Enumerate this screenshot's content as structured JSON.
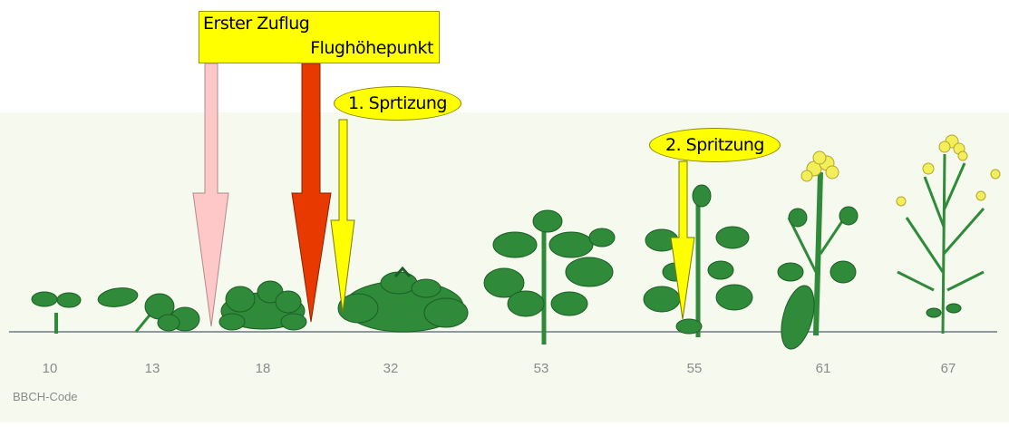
{
  "annotations": {
    "flight_box": {
      "line1": "Erster Zuflug",
      "line2": "Flughöhepunkt"
    },
    "spray1": "1. Sprtizung",
    "spray2": "2. Spritzung"
  },
  "scale": {
    "axis_label": "BBCH-Code",
    "codes": [
      "10",
      "13",
      "18",
      "32",
      "53",
      "55",
      "61",
      "67"
    ]
  },
  "colors": {
    "first_flight_arrow": "#ffc8c8",
    "flight_peak_arrow": "#e83a00",
    "spray_arrow": "#ffff00",
    "label_fill": "#ffff00",
    "plant_green": "#2f8a3a",
    "flower_yellow": "#f2ef5a",
    "background": "#f6f9ee"
  }
}
